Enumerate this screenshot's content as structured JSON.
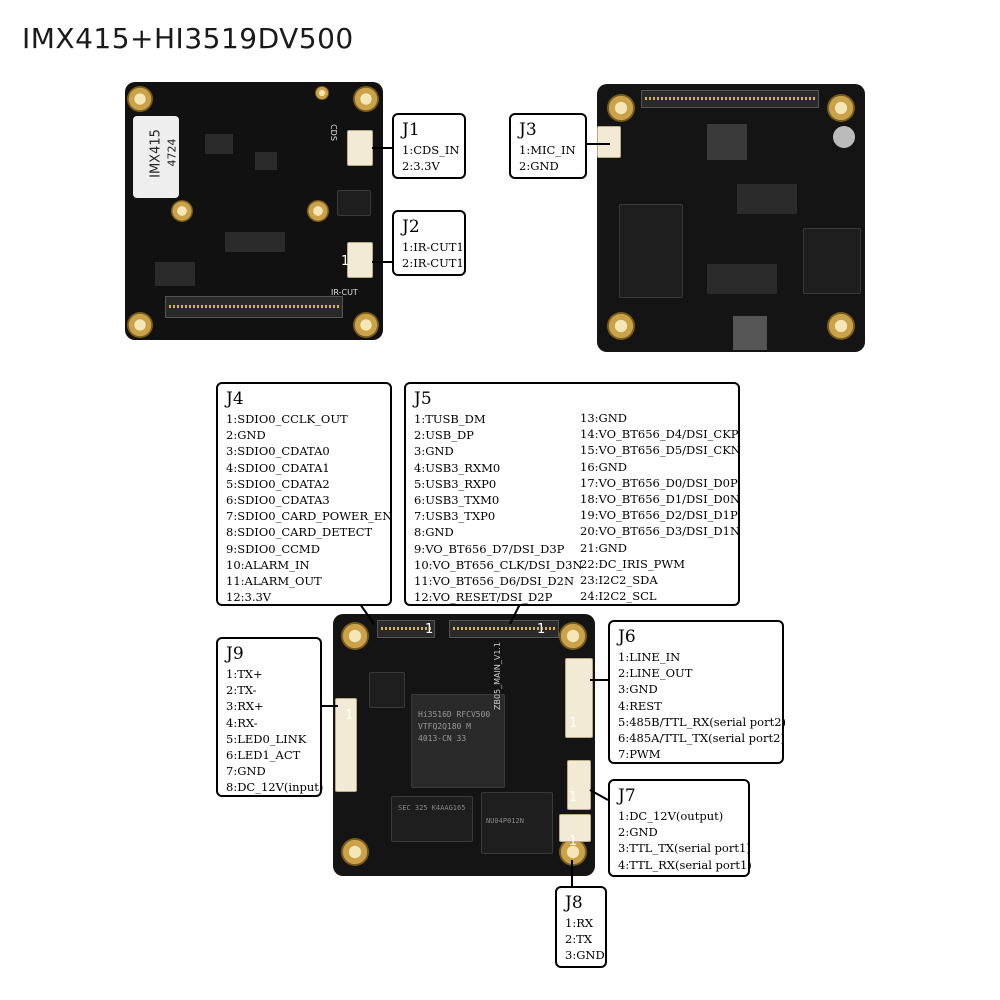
{
  "title": "IMX415+HI3519DV500",
  "silkscreen": {
    "sensor_label": "IMX415",
    "sensor_code": "4724",
    "j1_silk": "CDS",
    "j2_silk": "IR-CUT",
    "main_board_id": "ZB05_MAIN_V1.1",
    "soc_marking": "Hi3516D RFCV500 VTFQ2Q180 M 4013-CN 33",
    "ram_marking": "SEC 325 K4AAG165",
    "flash_marking": "NU04P012N"
  },
  "pin1_marker": "1",
  "connectors": {
    "j1": {
      "name": "J1",
      "pins": [
        "1:CDS_IN",
        "2:3.3V"
      ]
    },
    "j2": {
      "name": "J2",
      "pins": [
        "1:IR-CUT1",
        "2:IR-CUT1"
      ]
    },
    "j3": {
      "name": "J3",
      "pins": [
        "1:MIC_IN",
        "2:GND"
      ]
    },
    "j4": {
      "name": "J4",
      "pins": [
        "1:SDIO0_CCLK_OUT",
        "2:GND",
        "3:SDIO0_CDATA0",
        "4:SDIO0_CDATA1",
        "5:SDIO0_CDATA2",
        "6:SDIO0_CDATA3",
        "7:SDIO0_CARD_POWER_EN",
        "8:SDIO0_CARD_DETECT",
        "9:SDIO0_CCMD",
        "10:ALARM_IN",
        "11:ALARM_OUT",
        "12:3.3V"
      ]
    },
    "j5": {
      "name": "J5",
      "pins_left": [
        "1:TUSB_DM",
        "2:USB_DP",
        "3:GND",
        "4:USB3_RXM0",
        "5:USB3_RXP0",
        "6:USB3_TXM0",
        "7:USB3_TXP0",
        "8:GND",
        "9:VO_BT656_D7/DSI_D3P",
        "10:VO_BT656_CLK/DSI_D3N",
        "11:VO_BT656_D6/DSI_D2N",
        "12:VO_RESET/DSI_D2P"
      ],
      "pins_right": [
        "13:GND",
        "14:VO_BT656_D4/DSI_CKP",
        "15:VO_BT656_D5/DSI_CKN",
        "16:GND",
        "17:VO_BT656_D0/DSI_D0P",
        "18:VO_BT656_D1/DSI_D0N",
        "19:VO_BT656_D2/DSI_D1P",
        "20:VO_BT656_D3/DSI_D1N",
        "21:GND",
        "22:DC_IRIS_PWM",
        "23:I2C2_SDA",
        "24:I2C2_SCL"
      ]
    },
    "j6": {
      "name": "J6",
      "pins": [
        "1:LINE_IN",
        "2:LINE_OUT",
        "3:GND",
        "4:REST",
        "5:485B/TTL_RX(serial port2)",
        "6:485A/TTL_TX(serial port2)",
        "7:PWM"
      ]
    },
    "j7": {
      "name": "J7",
      "pins": [
        "1:DC_12V(output)",
        "2:GND",
        "3:TTL_TX(serial port1)",
        "4:TTL_RX(serial port1)"
      ]
    },
    "j8": {
      "name": "J8",
      "pins": [
        "1:RX",
        "2:TX",
        "3:GND"
      ]
    },
    "j9": {
      "name": "J9",
      "pins": [
        "1:TX+",
        "2:TX-",
        "3:RX+",
        "4:RX-",
        "5:LED0_LINK",
        "6:LED1_ACT",
        "7:GND",
        "8:DC_12V(input)"
      ]
    }
  },
  "colors": {
    "pcb": "#141414",
    "connector": "#f2ead4",
    "gold": "#c9a24a",
    "box_border": "#000000"
  }
}
